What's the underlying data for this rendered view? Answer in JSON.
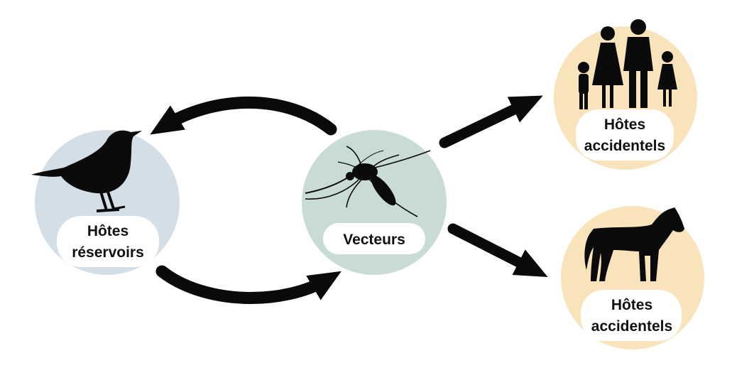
{
  "nodes": {
    "reservoir": {
      "label_lines": [
        "Hôtes",
        "réservoirs"
      ],
      "circle_color": "#d4dee7",
      "icon": "bird-icon"
    },
    "vector": {
      "label": "Vecteurs",
      "circle_color": "#c9dcd3",
      "icon": "mosquito-icon"
    },
    "accidental_humans": {
      "label_lines": [
        "Hôtes",
        "accidentels"
      ],
      "circle_color": "#f8e3bb",
      "icon": "family-icon"
    },
    "accidental_horse": {
      "label_lines": [
        "Hôtes",
        "accidentels"
      ],
      "circle_color": "#f8e3bb",
      "icon": "horse-icon"
    }
  },
  "arrow_color": "#0a0a0a",
  "label_box_color": "#ffffff"
}
